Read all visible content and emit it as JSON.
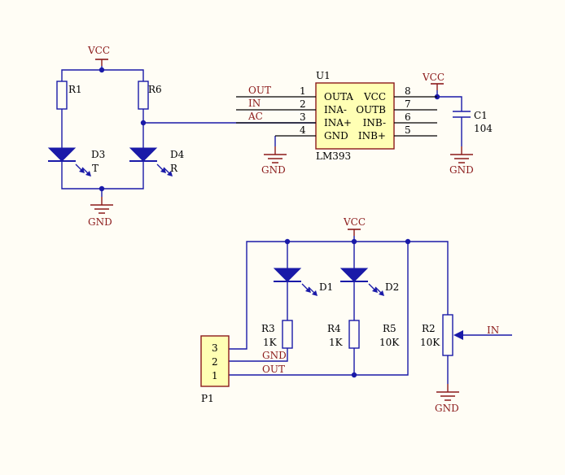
{
  "colors": {
    "wire": "#1a1aa8",
    "component": "#1a1aa8",
    "power": "#8b1a1a",
    "ic_fill": "#ffffb4",
    "ic_border": "#8b1a1a",
    "pin": "#000000",
    "background": "#fffdf5"
  },
  "labels": {
    "vcc_top_left": "VCC",
    "gnd_top_left": "GND",
    "r1": "R1",
    "r6": "R6",
    "d3": "D3",
    "d3_letter": "T",
    "d4": "D4",
    "d4_letter": "R",
    "u1_ref": "U1",
    "u1_part": "LM393",
    "net_out": "OUT",
    "net_in": "IN",
    "net_ac": "AC",
    "gnd_ic": "GND",
    "vcc_ic": "VCC",
    "c1": "C1",
    "c1_value": "104",
    "gnd_c1": "GND",
    "vcc_bottom": "VCC",
    "d1": "D1",
    "d2": "D2",
    "r3": "R3",
    "r3_value": "1K",
    "r4": "R4",
    "r4_value": "1K",
    "r5": "R5",
    "r5_value": "10K",
    "r2": "R2",
    "r2_value": "10K",
    "in_arrow": "IN",
    "gnd_r2": "GND",
    "p1": "P1",
    "p1_gnd": "GND",
    "p1_out": "OUT"
  },
  "p1_pins": [
    "3",
    "2",
    "1"
  ],
  "ic": {
    "left_pins": [
      {
        "num": "1",
        "name": "OUTA"
      },
      {
        "num": "2",
        "name": "INA-"
      },
      {
        "num": "3",
        "name": "INA+"
      },
      {
        "num": "4",
        "name": "GND"
      }
    ],
    "right_pins": [
      {
        "num": "8",
        "name": "VCC"
      },
      {
        "num": "7",
        "name": "OUTB"
      },
      {
        "num": "6",
        "name": "INB-"
      },
      {
        "num": "5",
        "name": "INB+"
      }
    ]
  }
}
